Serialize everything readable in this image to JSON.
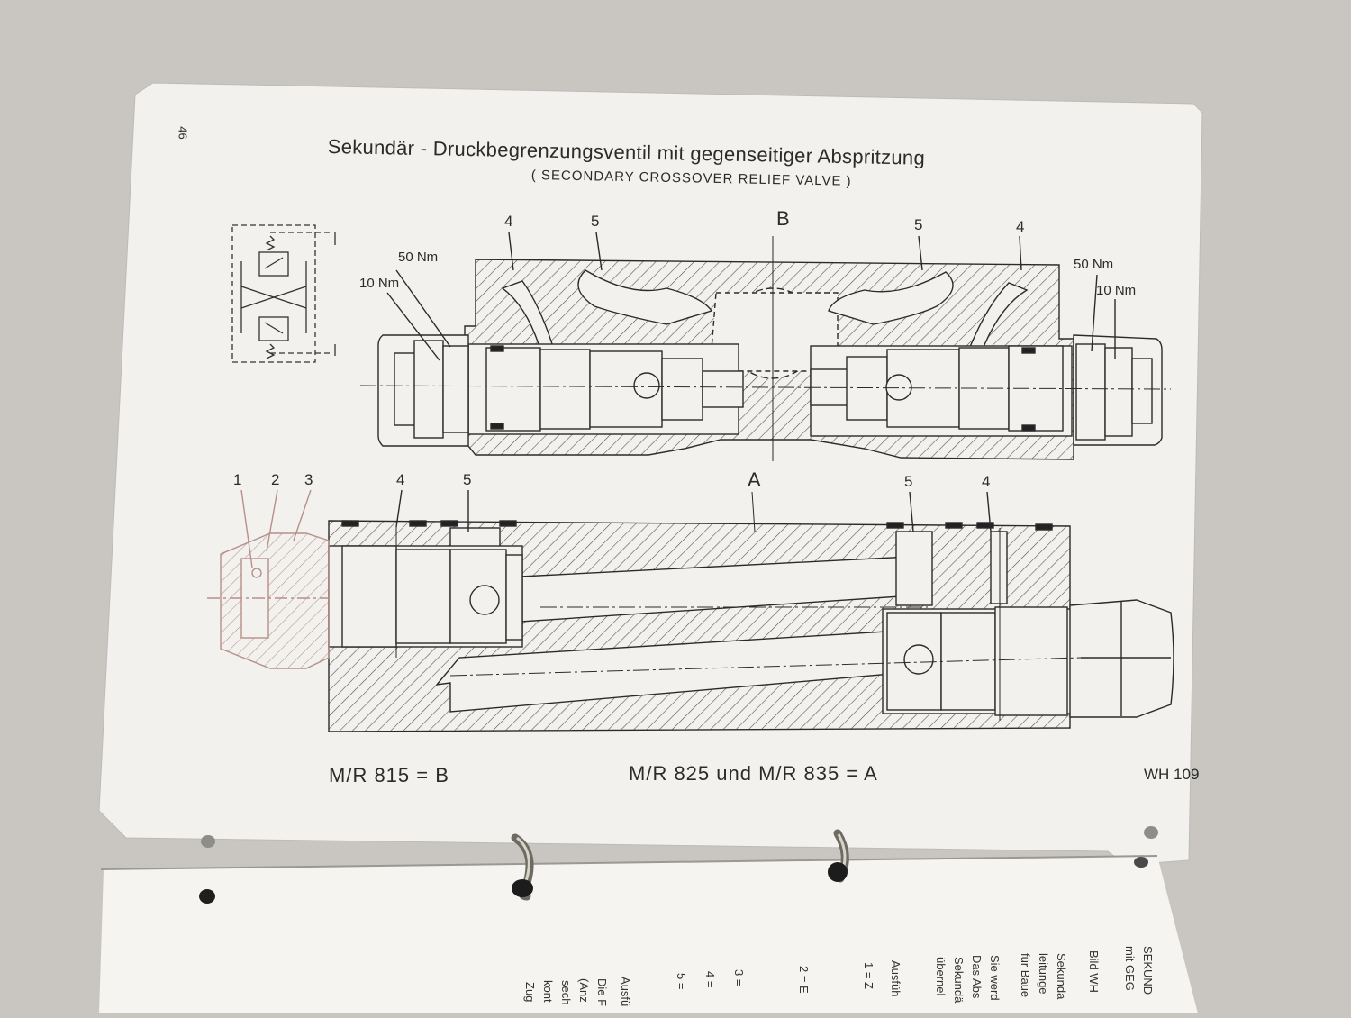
{
  "page": {
    "page_number": "46",
    "title": "Sekundär - Druckbegrenzungsventil mit gegenseitiger Abspritzung",
    "subtitle": "( SECONDARY CROSSOVER RELIEF VALVE )",
    "drawing_number": "WH 109"
  },
  "upper_section": {
    "port_label": "B",
    "callouts_left": [
      "4",
      "5"
    ],
    "callouts_right": [
      "5",
      "4"
    ],
    "torque_left_outer": "50 Nm",
    "torque_left_inner": "10 Nm",
    "torque_right_outer": "50 Nm",
    "torque_right_inner": "10 Nm"
  },
  "lower_section": {
    "port_label": "A",
    "callouts_left": [
      "1",
      "2",
      "3",
      "4",
      "5"
    ],
    "callouts_right": [
      "5",
      "4"
    ]
  },
  "captions": {
    "left_model": "M/R  815 = B",
    "right_model": "M/R 825 und M/R 835 = A"
  },
  "next_page_fragments": [
    "SEKUND",
    "mit GEG",
    "Bild WH",
    "Sekundä",
    "leitunge",
    "für Baue",
    "Sie werd",
    "Das Abs",
    "Sekundä",
    "übernel",
    "Ausfüh",
    "1 = Z",
    "2 = E",
    "3 =",
    "4 =",
    "5 =",
    "Ausfü",
    "Die F",
    "(Anz",
    "sech",
    "kont",
    "Zug"
  ],
  "colors": {
    "paper": "#f4f3ef",
    "ink": "#2b2b2b",
    "background": "#c9c6c1",
    "faded_ink": "#b7908a"
  }
}
